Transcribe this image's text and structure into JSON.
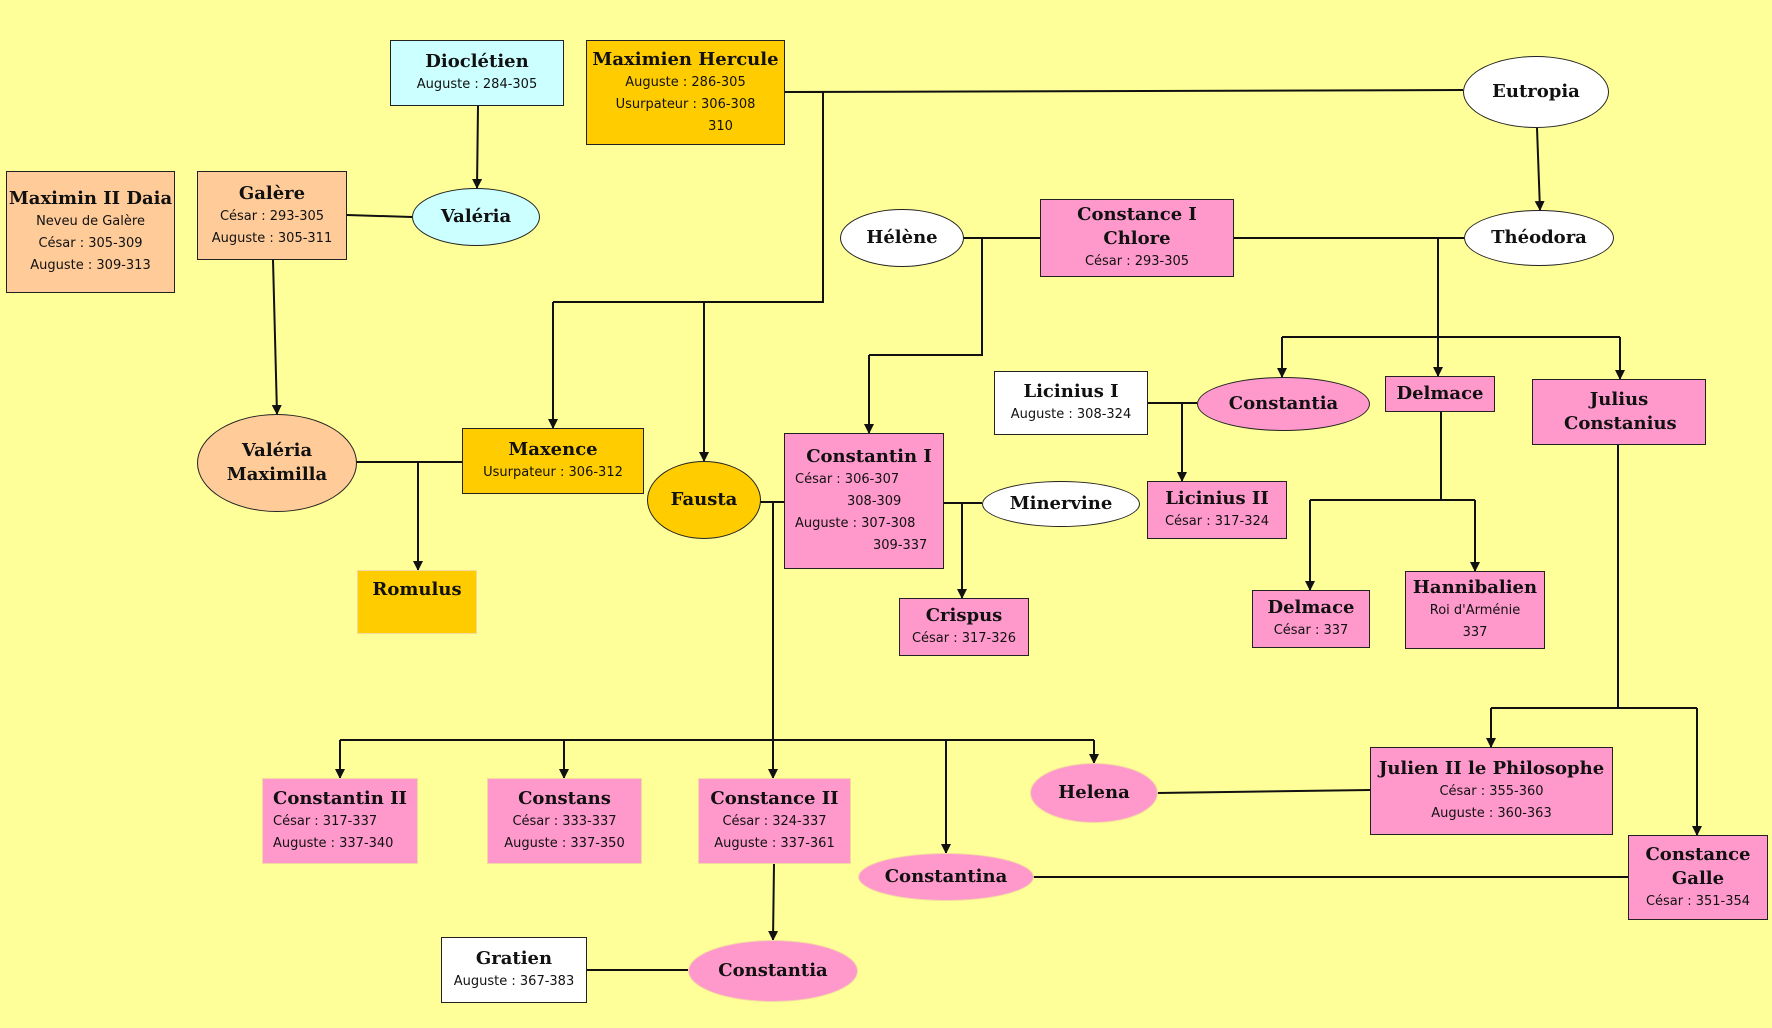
{
  "nodes": {
    "diocletien": {
      "name": "Dioclétien",
      "lines": [
        "Auguste : 284-305"
      ],
      "color": "#ccffff"
    },
    "maximien": {
      "name": "Maximien Hercule",
      "lines": [
        "Auguste : 286-305",
        "Usurpateur : 306-308",
        "310"
      ],
      "color": "#ffcc00"
    },
    "eutropia": {
      "name": "Eutropia",
      "lines": [],
      "color": "#ffffff"
    },
    "maximin": {
      "name": "Maximin II Daia",
      "lines": [
        "Neveu de Galère",
        "César : 305-309",
        "Auguste : 309-313"
      ],
      "color": "#ffcc99"
    },
    "galere": {
      "name": "Galère",
      "lines": [
        "César : 293-305",
        "Auguste : 305-311"
      ],
      "color": "#ffcc99"
    },
    "valeria": {
      "name": "Valéria",
      "lines": [],
      "color": "#ccffff"
    },
    "helene": {
      "name": "Hélène",
      "lines": [],
      "color": "#ffffff"
    },
    "constance1": {
      "name": "Constance I Chlore",
      "lines": [
        "César : 293-305"
      ],
      "color": "#ff99cc"
    },
    "theodora": {
      "name": "Théodora",
      "lines": [],
      "color": "#ffffff"
    },
    "licinius1": {
      "name": "Licinius I",
      "lines": [
        "Auguste : 308-324"
      ],
      "color": "#ffffff"
    },
    "constantia1": {
      "name": "Constantia",
      "lines": [],
      "color": "#ff99cc"
    },
    "delmace1": {
      "name": "Delmace",
      "lines": [],
      "color": "#ff99cc"
    },
    "julius": {
      "name": "Julius Constanius",
      "lines": [],
      "color": "#ff99cc"
    },
    "valeriamax": {
      "name": "Valéria Maximilla",
      "lines": [],
      "color": "#ffcc99"
    },
    "maxence": {
      "name": "Maxence",
      "lines": [
        "Usurpateur : 306-312"
      ],
      "color": "#ffcc00"
    },
    "fausta": {
      "name": "Fausta",
      "lines": [],
      "color": "#ffcc00"
    },
    "constantin1": {
      "name": "Constantin I",
      "lines": [
        "César : 306-307",
        "308-309",
        "Auguste : 307-308",
        "309-337"
      ],
      "color": "#ff99cc"
    },
    "minervine": {
      "name": "Minervine",
      "lines": [],
      "color": "#ffffff"
    },
    "licinius2": {
      "name": "Licinius II",
      "lines": [
        "César : 317-324"
      ],
      "color": "#ff99cc"
    },
    "romulus": {
      "name": "Romulus",
      "lines": [],
      "color": "#ffcc00"
    },
    "crispus": {
      "name": "Crispus",
      "lines": [
        "César : 317-326"
      ],
      "color": "#ff99cc"
    },
    "delmace2": {
      "name": "Delmace",
      "lines": [
        "César : 337"
      ],
      "color": "#ff99cc"
    },
    "hannibalien": {
      "name": "Hannibalien",
      "lines": [
        "Roi d'Arménie",
        "337"
      ],
      "color": "#ff99cc"
    },
    "constantin2": {
      "name": "Constantin II",
      "lines": [
        "César : 317-337",
        "Auguste : 337-340"
      ],
      "color": "#ff99cc"
    },
    "constans": {
      "name": "Constans",
      "lines": [
        "César : 333-337",
        "Auguste : 337-350"
      ],
      "color": "#ff99cc"
    },
    "constance2": {
      "name": "Constance II",
      "lines": [
        "César : 324-337",
        "Auguste : 337-361"
      ],
      "color": "#ff99cc"
    },
    "helena": {
      "name": "Helena",
      "lines": [],
      "color": "#ff99cc"
    },
    "julien": {
      "name": "Julien II le Philosophe",
      "lines": [
        "César : 355-360",
        "Auguste : 360-363"
      ],
      "color": "#ff99cc"
    },
    "constantina": {
      "name": "Constantina",
      "lines": [],
      "color": "#ff99cc"
    },
    "constancegalle": {
      "name": "Constance Galle",
      "lines": [
        "César : 351-354"
      ],
      "color": "#ff99cc"
    },
    "gratien": {
      "name": "Gratien",
      "lines": [
        "Auguste : 367-383"
      ],
      "color": "#ffffff"
    },
    "constantia2": {
      "name": "Constantia",
      "lines": [],
      "color": "#ff99cc"
    }
  },
  "links": {
    "marriages": [
      [
        "maximien",
        "eutropia"
      ],
      [
        "galere",
        "valeria"
      ],
      [
        "helene",
        "constance1"
      ],
      [
        "constance1",
        "theodora"
      ],
      [
        "licinius1",
        "constantia1"
      ],
      [
        "valeriamax",
        "maxence"
      ],
      [
        "fausta",
        "constantin1"
      ],
      [
        "constantin1",
        "minervine"
      ],
      [
        "helena",
        "julien"
      ],
      [
        "constantina",
        "constancegalle"
      ],
      [
        "gratien",
        "constantia2"
      ]
    ],
    "descents": [
      [
        "diocletien",
        "valeria"
      ],
      [
        "maximien",
        "maxence"
      ],
      [
        "maximien",
        "fausta"
      ],
      [
        "eutropia",
        "theodora"
      ],
      [
        "galere",
        "valeriamax"
      ],
      [
        "helene",
        "constantin1"
      ],
      [
        "theodora",
        "constantia1"
      ],
      [
        "theodora",
        "delmace1"
      ],
      [
        "theodora",
        "julius"
      ],
      [
        "licinius1",
        "licinius2"
      ],
      [
        "maxence",
        "romulus"
      ],
      [
        "minervine",
        "crispus"
      ],
      [
        "delmace1",
        "delmace2"
      ],
      [
        "delmace1",
        "hannibalien"
      ],
      [
        "fausta",
        "constantin2"
      ],
      [
        "fausta",
        "constans"
      ],
      [
        "fausta",
        "constance2"
      ],
      [
        "fausta",
        "constantina"
      ],
      [
        "fausta",
        "helena"
      ],
      [
        "julius",
        "julien"
      ],
      [
        "julius",
        "constancegalle"
      ],
      [
        "constance2",
        "constantia2"
      ]
    ]
  }
}
